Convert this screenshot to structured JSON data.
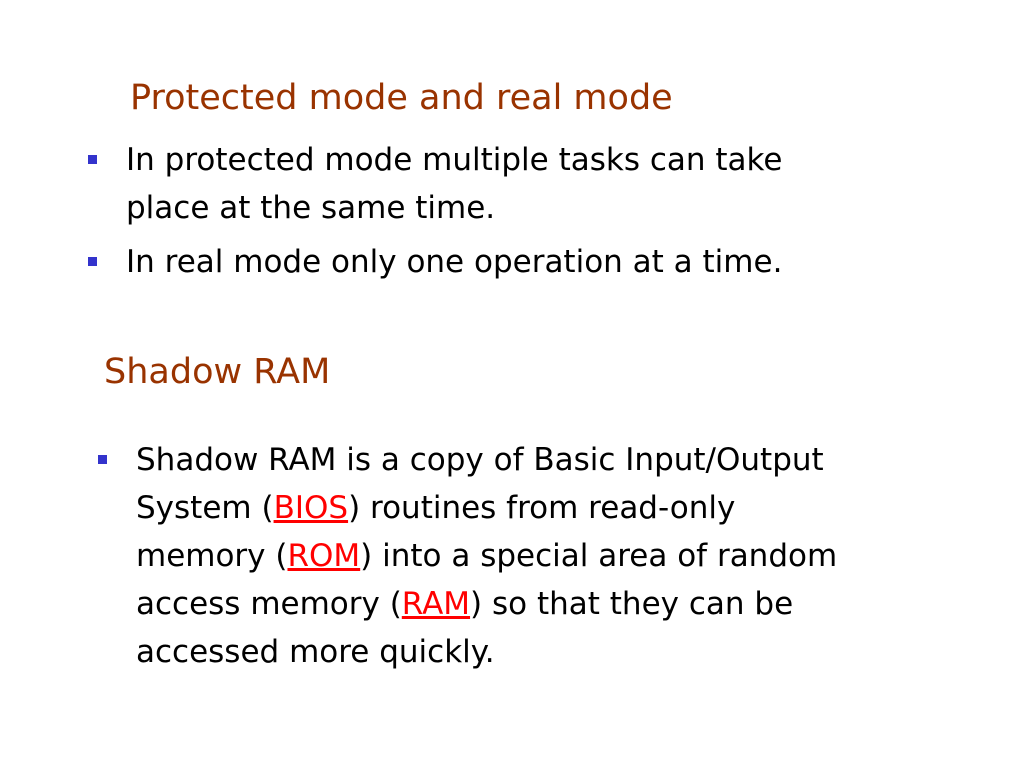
{
  "colors": {
    "heading": "#993300",
    "bullet": "#3333cc",
    "link": "#ff0000",
    "text": "#000000"
  },
  "section1": {
    "title": "Protected mode and real mode",
    "bullets": [
      {
        "lines": [
          "In protected mode multiple tasks can take",
          "place at the same time."
        ]
      },
      {
        "lines": [
          "In real mode only one operation at a time."
        ]
      }
    ]
  },
  "section2": {
    "title": "Shadow RAM",
    "paragraph": {
      "line1": "Shadow RAM is a copy of Basic Input/Output",
      "line2_before": "System (",
      "line2_link": "BIOS",
      "line2_after": ") routines from read-only",
      "line3_before": "memory (",
      "line3_link": "ROM",
      "line3_after": ") into a special area of random",
      "line4_before": "access memory (",
      "line4_link": "RAM",
      "line4_after": ") so that they can be",
      "line5": "accessed more quickly."
    }
  }
}
